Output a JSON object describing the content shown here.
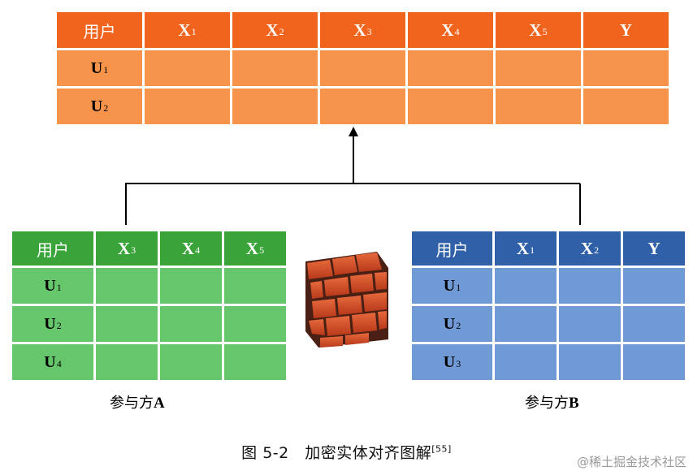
{
  "top_table": {
    "header": [
      {
        "text": "用户",
        "sub": ""
      },
      {
        "text": "X",
        "sub": "1"
      },
      {
        "text": "X",
        "sub": "2"
      },
      {
        "text": "X",
        "sub": "3"
      },
      {
        "text": "X",
        "sub": "4"
      },
      {
        "text": "X",
        "sub": "5"
      },
      {
        "text": "Y",
        "sub": ""
      }
    ],
    "rows": [
      {
        "text": "U",
        "sub": "1"
      },
      {
        "text": "U",
        "sub": "2"
      }
    ],
    "colors": {
      "header": "#f0641e",
      "body": "#f5944a"
    }
  },
  "party_a": {
    "header": [
      {
        "text": "用户",
        "sub": ""
      },
      {
        "text": "X",
        "sub": "3"
      },
      {
        "text": "X",
        "sub": "4"
      },
      {
        "text": "X",
        "sub": "5"
      }
    ],
    "rows": [
      {
        "text": "U",
        "sub": "1"
      },
      {
        "text": "U",
        "sub": "2"
      },
      {
        "text": "U",
        "sub": "4"
      }
    ],
    "label": "参与方",
    "label_letter": "A",
    "colors": {
      "header": "#3aa43a",
      "body": "#66c66b"
    }
  },
  "party_b": {
    "header": [
      {
        "text": "用户",
        "sub": ""
      },
      {
        "text": "X",
        "sub": "1"
      },
      {
        "text": "X",
        "sub": "2"
      },
      {
        "text": "Y",
        "sub": ""
      }
    ],
    "rows": [
      {
        "text": "U",
        "sub": "1"
      },
      {
        "text": "U",
        "sub": "2"
      },
      {
        "text": "U",
        "sub": "3"
      }
    ],
    "label": "参与方",
    "label_letter": "B",
    "colors": {
      "header": "#3061a8",
      "body": "#6f9ad6"
    }
  },
  "caption": {
    "text": "图 5-2　加密实体对齐图解",
    "ref": "[55]"
  },
  "watermark": "@稀土掘金技术社区",
  "icons": {
    "firewall": "brick-wall-icon"
  }
}
